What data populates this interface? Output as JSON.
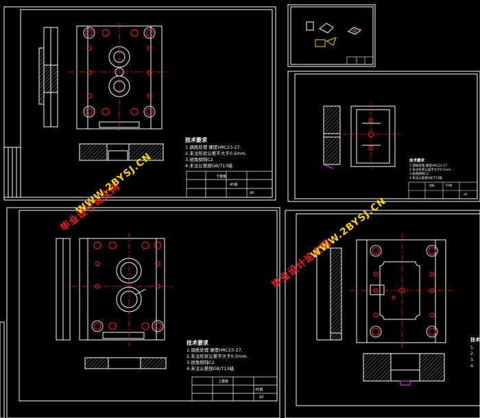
{
  "watermark": {
    "site_name": "毕业设计论文网",
    "url": "WWW.2BYSJ.CN",
    "site_color": "#ff1a1a",
    "url_color": "#ffd200"
  },
  "sheets": {
    "top_left": {
      "notes_title": "技术要求",
      "notes": [
        "1.调质处理  硬度HRC23-27.",
        "2.未注形状公差不大于0.5mm.",
        "3.锐角倒钝C2",
        "4.未注公差按GB/T13级"
      ],
      "title_block": [
        "下模板",
        "45钢",
        "A0"
      ]
    },
    "top_right": {
      "notes_title": "技术要求",
      "notes": [
        "1.调质处理  硬度HRC23-27.",
        "2.未注形状公差不大于0.5mm.",
        "3.锐角倒钝C2",
        "4.未注公差按GB/T13级"
      ],
      "title_block": [
        "垫板",
        "45钢",
        "A0"
      ]
    },
    "bottom_left": {
      "notes_title": "技术要求",
      "notes": [
        "1.调质处理  硬度HRC23-27.",
        "2.未注形状公差不大于0.5mm.",
        "3.锐角倒钝C2",
        "4.未注公差按GB/T13级"
      ],
      "title_block": [
        "上模板",
        "45钢",
        "A0"
      ]
    },
    "bottom_right": {
      "notes_title": "技术要",
      "notes": [
        "1.",
        "2.",
        "3.",
        "4."
      ]
    }
  },
  "colors": {
    "outline": "#ffffff",
    "centerline": "#ff2020",
    "hole_outer": "#e0e0e0",
    "hatch": "#ffffff",
    "frame": "#ffffff",
    "accent_yellow": "#ffd200",
    "accent_magenta": "#ff40ff"
  }
}
